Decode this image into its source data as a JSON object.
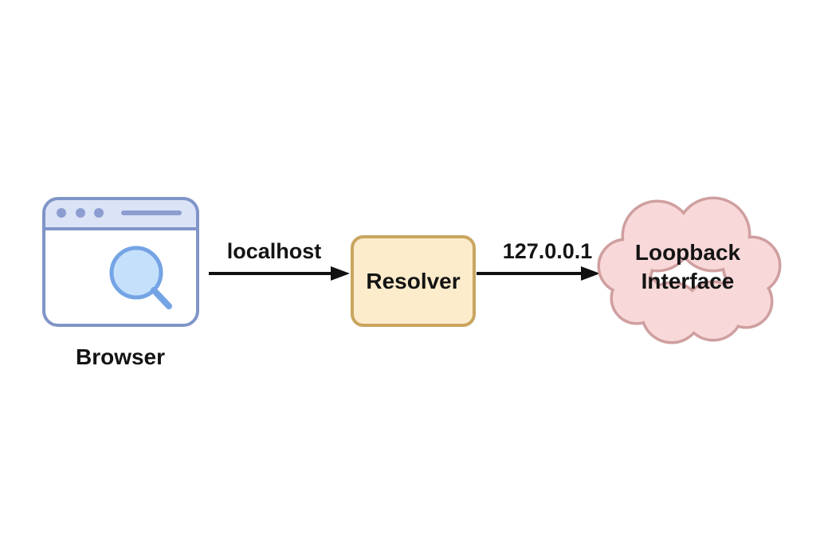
{
  "diagram": {
    "description": "Flow of resolving localhost to the loopback interface",
    "nodes": [
      {
        "id": "browser",
        "label": "Browser",
        "type": "browser-window",
        "icon": "browser-window-search-icon",
        "colors": {
          "frame_stroke": "#8095c8",
          "header_fill": "#dbe3f6",
          "body_fill": "#ffffff",
          "controls": "#8c9ed1",
          "magnifier_stroke": "#74a4e4",
          "magnifier_fill": "#c5e0fa"
        }
      },
      {
        "id": "resolver",
        "label": "Resolver",
        "type": "rounded-box",
        "colors": {
          "fill": "#fceccb",
          "stroke": "#c9a55f"
        }
      },
      {
        "id": "loopback",
        "label": "Loopback Interface",
        "label_lines": [
          "Loopback",
          "Interface"
        ],
        "type": "cloud",
        "colors": {
          "fill": "#f8d8d8",
          "stroke": "#cf9fa0"
        }
      }
    ],
    "edges": [
      {
        "from": "browser",
        "to": "resolver",
        "label": "localhost",
        "color": "#111111"
      },
      {
        "from": "resolver",
        "to": "loopback",
        "label": "127.0.0.1",
        "color": "#111111"
      }
    ],
    "background": "#ffffff",
    "text_color": "#141414"
  }
}
